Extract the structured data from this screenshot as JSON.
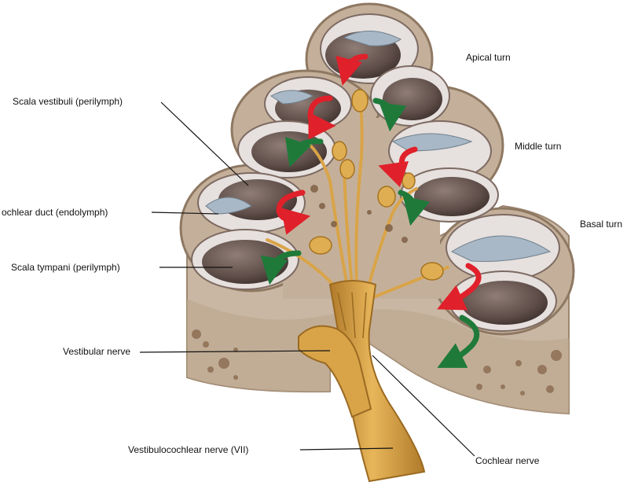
{
  "labels": {
    "apical_turn": "Apical turn",
    "middle_turn": "Middle turn",
    "basal_turn": "Basal turn",
    "scala_vestibuli": "Scala vestibuli (perilymph)",
    "cochlear_duct": "ochlear duct (endolymph)",
    "scala_tympani": "Scala tympani (perilymph)",
    "vestibular_nerve": "Vestibular nerve",
    "vestibulocochlear_nerve": "Vestibulocochlear  nerve (VII)",
    "cochlear_nerve": "Cochlear nerve"
  },
  "colors": {
    "bone": "#c9b7a3",
    "bone_dark": "#b29a82",
    "chamber_wall": "#e6e0de",
    "chamber_blue": "#a9b8c6",
    "chamber_dark": "#5e4d48",
    "nerve": "#d9a448",
    "nerve_dark": "#b07a2a",
    "arrow_red": "#e0202a",
    "arrow_green": "#1f7a3a",
    "leader": "#111111"
  }
}
